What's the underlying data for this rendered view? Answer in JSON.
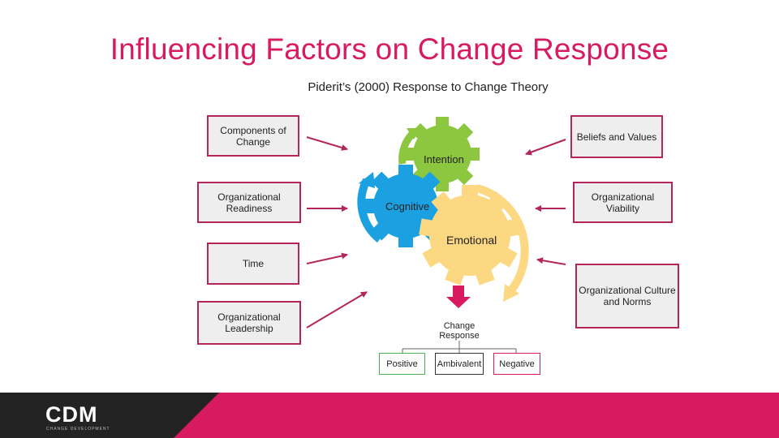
{
  "slide": {
    "title": "Influencing Factors on Change Response",
    "subtitle": "Piderit’s (2000) Response to Change Theory"
  },
  "factors": {
    "components_of_change": "Components of Change",
    "organizational_readiness": "Organizational Readiness",
    "time": "Time",
    "organizational_leadership": "Organizational Leadership",
    "beliefs_and_values": "Beliefs and Values",
    "organizational_viability": "Organizational Viability",
    "organizational_culture": "Organizational Culture and Norms"
  },
  "gears": {
    "intention": "Intention",
    "cognitive": "Cognitive",
    "emotional": "Emotional"
  },
  "outcome": {
    "label": "Change Response",
    "options": [
      "Positive",
      "Ambivalent",
      "Negative"
    ]
  },
  "colors": {
    "accent": "#d81b60",
    "box_border": "#b5245a",
    "gear_green": "#8dc63f",
    "gear_blue": "#1ba1e2",
    "gear_yellow": "#fcd882",
    "footer_dark": "#232323"
  },
  "footer": {
    "logo": "CDM",
    "tagline": "CHANGE DEVELOPMENT"
  }
}
